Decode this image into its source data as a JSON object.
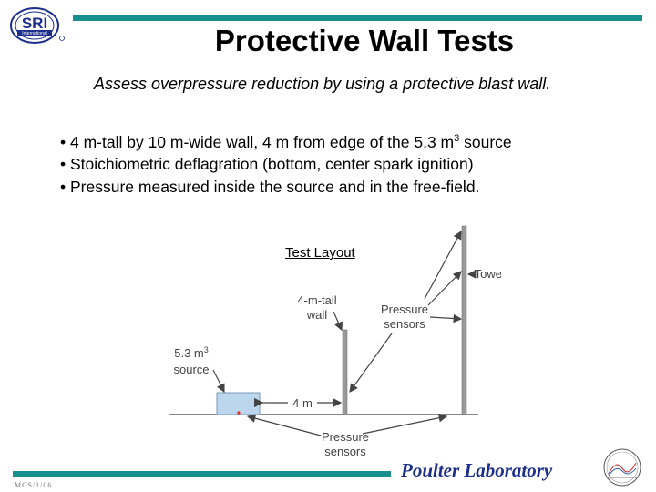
{
  "header": {
    "logo_text": "SRI International",
    "title": "Protective Wall Tests"
  },
  "subtitle": "Assess overpressure reduction by using a protective blast wall.",
  "bullets": {
    "b1_part1": "4 m-tall by 10 m-wide wall, 4 m from edge of the 5.3 m",
    "b1_sup": "3",
    "b1_part2": " source",
    "b2": "Stoichiometric deflagration (bottom, center spark ignition)",
    "b3": "Pressure measured inside the source and in the free-field."
  },
  "diagram": {
    "caption": "Test Layout",
    "tower_label": "Tower",
    "wall_label_line1": "4-m-tall",
    "wall_label_line2": "wall",
    "sensors_upper_line1": "Pressure",
    "sensors_upper_line2": "sensors",
    "source_label_line1": "5.3 m",
    "source_label_sup": "3",
    "source_label_line2": "source",
    "distance_label": "4 m",
    "sensors_lower_line1": "Pressure",
    "sensors_lower_line2": "sensors"
  },
  "footer": {
    "lab_name": "Poulter Laboratory",
    "code": "MCS/1/06"
  },
  "colors": {
    "accent_bar": "#1a8f8f",
    "lab_name": "#1c2f8c"
  }
}
